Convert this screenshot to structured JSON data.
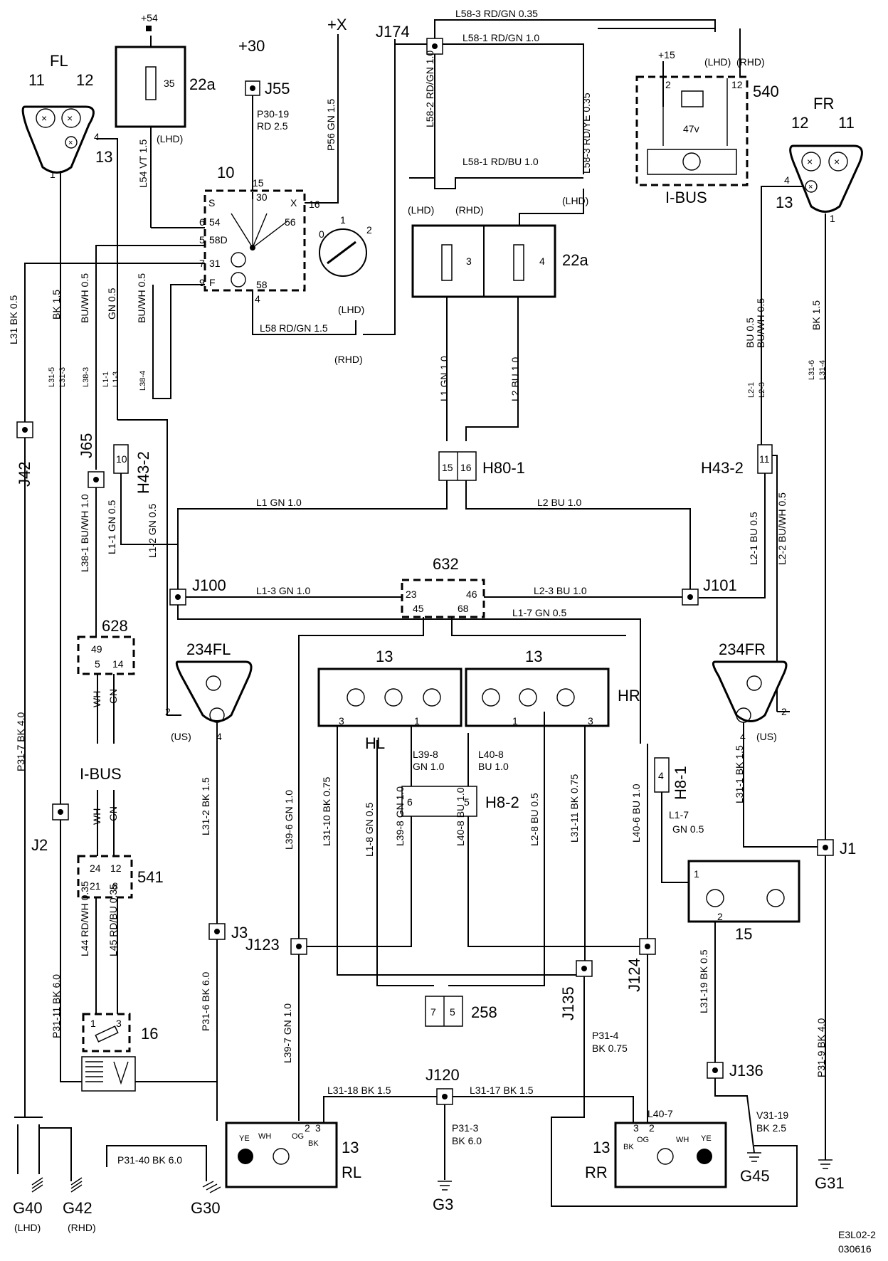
{
  "drawing_code": "E3L02-2",
  "drawing_date": "030616",
  "components": {
    "fl": "FL",
    "fr": "FR",
    "fl_11": "11",
    "fl_12": "12",
    "fr_12": "12",
    "fr_11": "11",
    "lamp13": "13",
    "fuse22a": "22a",
    "fuse35": "35",
    "fuse3": "3",
    "fuse4": "4",
    "sw10": "10",
    "c540": "540",
    "c540_47v": "47v",
    "ibus": "I-BUS",
    "j55": "J55",
    "j174": "J174",
    "j42": "J42",
    "j65": "J65",
    "j100": "J100",
    "j101": "J101",
    "j2": "J2",
    "j3": "J3",
    "j1": "J1",
    "j123": "J123",
    "j124": "J124",
    "j135": "J135",
    "j120": "J120",
    "j136": "J136",
    "h43_2": "H43-2",
    "h80_1": "H80-1",
    "h8_1": "H8-1",
    "h8_2": "H8-2",
    "c632": "632",
    "c628": "628",
    "c541": "541",
    "c16": "16",
    "c234fl": "234FL",
    "c234fr": "234FR",
    "hl": "HL",
    "hr": "HR",
    "c15": "15",
    "c258": "258",
    "rl": "RL",
    "rr": "RR",
    "g40": "G40",
    "g42": "G42",
    "g30": "G30",
    "g3": "G3",
    "g45": "G45",
    "g31": "G31",
    "lhd": "(LHD)",
    "rhd": "(RHD)",
    "us": "(US)",
    "plus54": "+54",
    "plus30": "+30",
    "plusx": "+X",
    "plus15": "+15"
  },
  "pins": {
    "p10": "10",
    "p11": "11",
    "p15": "15",
    "p16": "16",
    "p49": "49",
    "p5": "5",
    "p14": "14",
    "p24": "24",
    "p12": "12",
    "p21": "21",
    "p8": "8",
    "p1": "1",
    "p3": "3",
    "p2": "2",
    "p4": "4",
    "p23": "23",
    "p45": "45",
    "p46": "46",
    "p68": "68",
    "p6": "6",
    "p7": "7",
    "s_S": "S",
    "s_54": "54",
    "s_58D": "58D",
    "s_31": "31",
    "s_F": "F",
    "s_30": "30",
    "s_X": "X",
    "s_56": "56",
    "s_58": "58",
    "sw_6": "6",
    "sw_5": "5",
    "sw_7": "7",
    "sw_9": "9",
    "sw_0": "0",
    "ye": "YE",
    "wh": "WH",
    "og": "OG",
    "bk": "BK"
  },
  "wires": {
    "l58_3": "L58-3  RD/GN  0.35",
    "l58_1": "L58-1  RD/GN  1.0",
    "l58_2": "L58-2  RD/GN 1.0",
    "l58_1b": "L58-1  RD/BU  1.0",
    "l58_3b": "L58-3  RD/YE  0.35",
    "p56": "P56  GN  1.5",
    "p30_19": "P30-19",
    "rd25": "RD   2.5",
    "l54": "L54   VT   1.5",
    "l58": "L58  RD/GN  1.5",
    "l31": "L31   BK   0.5",
    "bk15": "BK   1.5",
    "buwh05": "BU/WH  0.5",
    "gn05": "GN   0.5",
    "buwh05b": "BU/WH  0.5",
    "l31_5": "L31-5",
    "l31_3": "L31-3",
    "l38_3": "L38-3",
    "l1_1": "L1-1",
    "l1_3s": "L1-3",
    "l38_4": "L38-4",
    "l1gn": "L1   GN   1.0",
    "l2bu": "L2   BU   1.0",
    "l2_1": "L2-1",
    "l2_3": "L2-3",
    "bu05": "BU  0.5",
    "buwh05r": "BU/WH  0.5",
    "l31_6": "L31-6",
    "l31_4": "L31-4",
    "bk15r": "BK   1.5",
    "l38_1": "L38-1  BU/WH  1.0",
    "l1_1b": "L1-1   GN   0.5",
    "l1_2": "L1-2   GN   0.5",
    "l1gn_h": "L1   GN   1.0",
    "l2bu_h": "L2   BU   1.0",
    "l1_3": "L1-3   GN   1.0",
    "l2_3b": "L2-3   BU   1.0",
    "l1_7": "L1-7   GN   0.5",
    "l2_1b": "L2-1   BU   0.5",
    "l2_2": "L2-2   BU/WH   0.5",
    "p31_7": "P31-7   BK   4.0",
    "wh": "WH",
    "gn": "GN",
    "l39_8": "L39-8",
    "gn10": "GN 1.0",
    "l40_8": "L40-8",
    "bu10": "BU 1.0",
    "l31_2": "L31-2   BK   1.5",
    "l31_1": "L31-1   BK   1.5",
    "l1_7b": "L1-7",
    "gn05b": "GN   0.5",
    "l39_6": "L39-6   GN   1.0",
    "l31_10": "L31-10   BK   0.75",
    "l1_8": "L1-8   GN   0.5",
    "l39_8b": "L39-8   GN   1.0",
    "l40_8b": "L40-8   BU   1.0",
    "l2_8": "L2-8   BU   0.5",
    "l31_11": "L31-11   BK   0.75",
    "l40_6": "L40-6   BU   1.0",
    "l44": "L44   RD/WH  0.35",
    "l45": "L45   RD/BU  0.35",
    "p31_11": "P31-11   BK   6.0",
    "p31_6": "P31-6   BK   6.0",
    "p31_4": "P31-4",
    "bk075": "BK 0.75",
    "l31_19": "L31-19   BK   0.5",
    "l39_7": "L39-7   GN   1.0",
    "l31_18": "L31-18   BK   1.5",
    "l31_17": "L31-17   BK   1.5",
    "p31_3": "P31-3",
    "bk60": "BK  6.0",
    "l40_7": "L40-7",
    "bu10b": "BU 1.0",
    "v31_19": "V31-19",
    "bk25": "BK 2.5",
    "p31_9": "P31-9   BK   4.0",
    "p31_40": "P31-40   BK   6.0"
  }
}
